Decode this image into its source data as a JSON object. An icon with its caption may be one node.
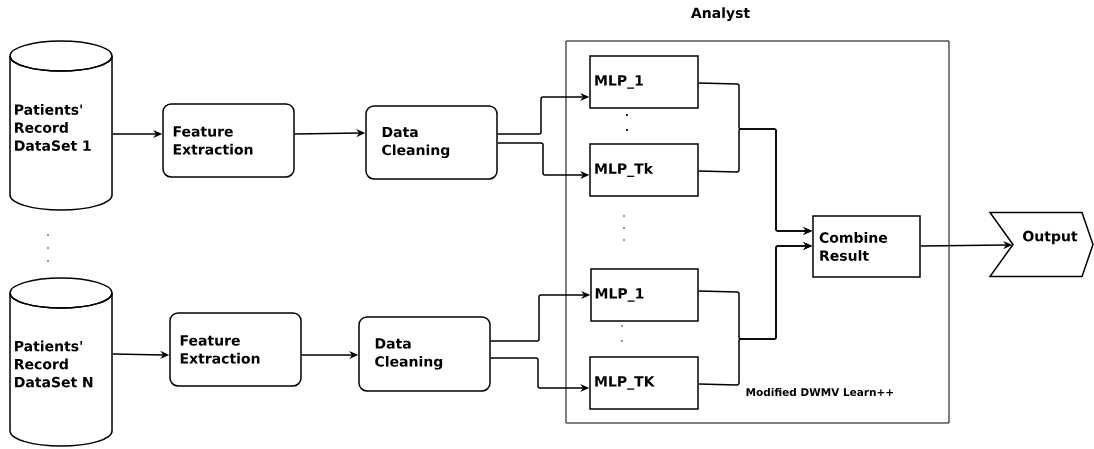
{
  "diagram": {
    "nodes": [
      {
        "text": [
          "Analyst",
          "Modified DWMV Learn++"
        ]
      },
      {
        "text": [
          "Patients' Record DataSet 1"
        ]
      },
      {
        "text": [
          "Feature Extraction"
        ]
      },
      {
        "text": [
          "Data Cleaning"
        ]
      },
      {
        "text": [
          "Patients' Record DataSet N"
        ]
      },
      {
        "text": [
          "Feature Extraction"
        ]
      },
      {
        "text": [
          "Data Cleaning"
        ]
      },
      {
        "text": [
          "MLP_1"
        ],
        "in": 0
      },
      {
        "text": [
          "MLP_Tk"
        ],
        "in": 0
      },
      {
        "text": [
          "MLP_1"
        ],
        "in": 0
      },
      {
        "text": [
          "MLP_TK"
        ],
        "in": 0
      },
      {
        "text": [
          "Combine Result"
        ],
        "in": 0
      },
      {
        "text": [
          "Output"
        ]
      }
    ],
    "edges": [
      {
        "from": 1,
        "to": 2,
        "arrow": "to"
      },
      {
        "from": 2,
        "to": 3,
        "arrow": "to"
      },
      {
        "from": 3,
        "to": 7,
        "arrow": "to"
      },
      {
        "from": 3,
        "to": 8,
        "arrow": "to"
      },
      {
        "from": 4,
        "to": 5,
        "arrow": "to"
      },
      {
        "from": 5,
        "to": 6,
        "arrow": "to"
      },
      {
        "from": 6,
        "to": 9,
        "arrow": "to"
      },
      {
        "from": 6,
        "to": 10,
        "arrow": "to"
      },
      {
        "from": 7,
        "to": 11,
        "arrow": "to"
      },
      {
        "from": 8,
        "to": 11,
        "arrow": "to"
      },
      {
        "from": 9,
        "to": 11,
        "arrow": "to"
      },
      {
        "from": 10,
        "to": 11,
        "arrow": "to"
      },
      {
        "from": 11,
        "to": 12,
        "arrow": "to"
      }
    ]
  }
}
